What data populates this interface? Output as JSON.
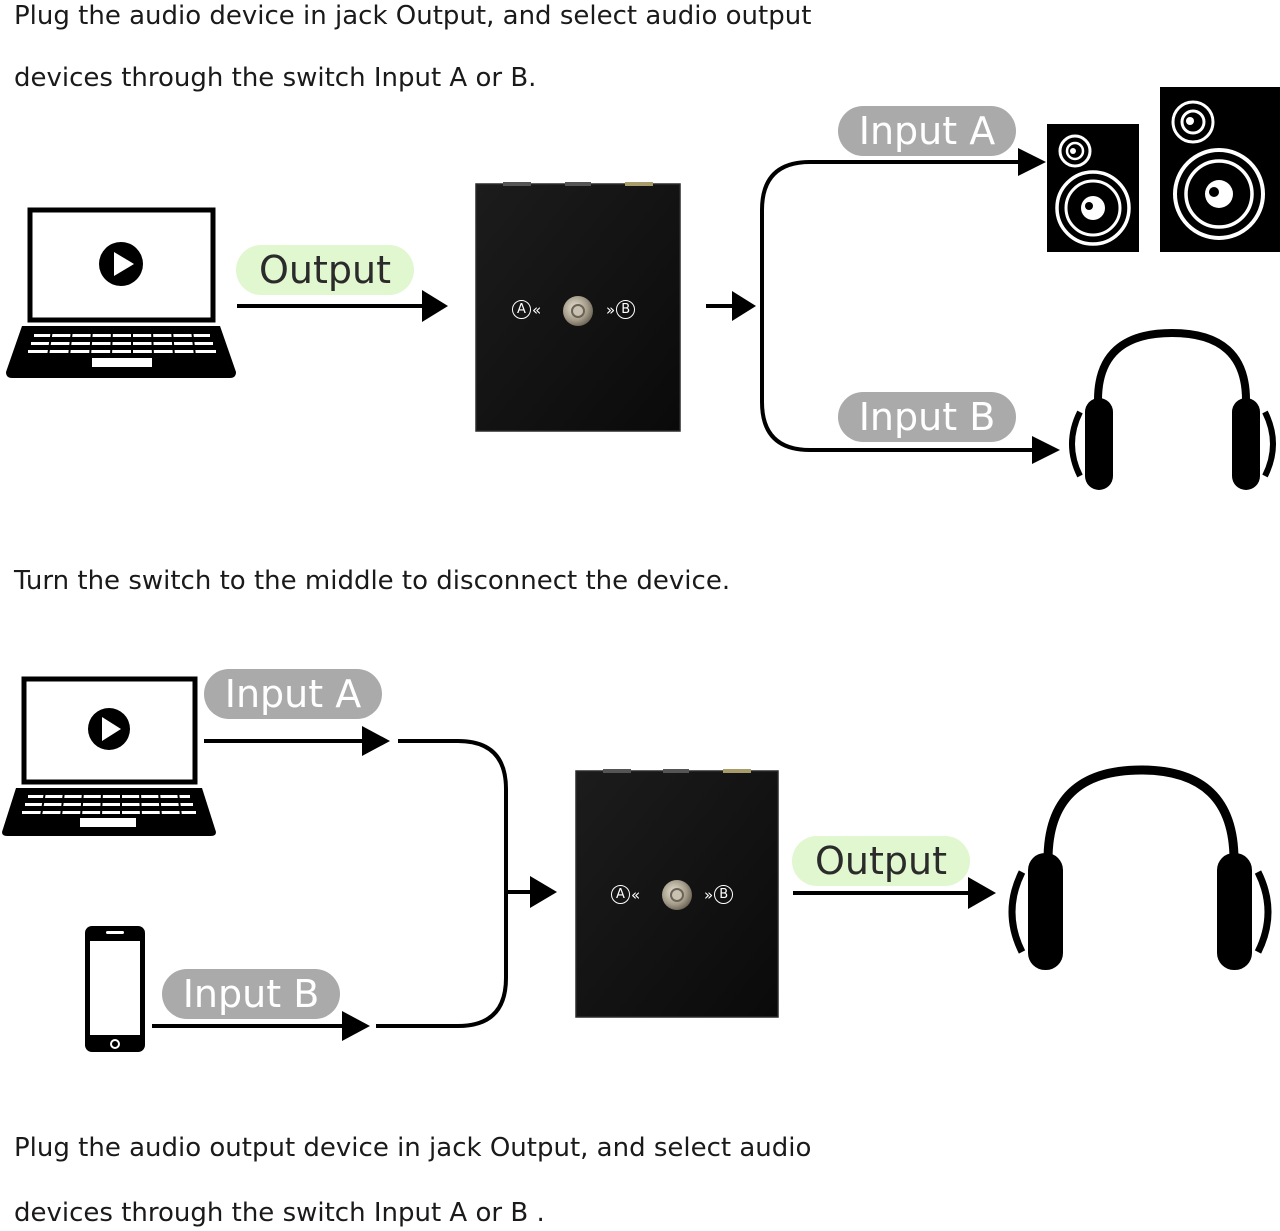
{
  "captions": {
    "top_line1": "Plug the audio device in jack Output, and select audio output",
    "top_line2": "devices through the switch Input A or B.",
    "middle": "Turn the switch to the middle to disconnect the device.",
    "bottom_line1": "Plug the audio output device in jack Output, and select audio",
    "bottom_line2": "devices through the switch Input A or B ."
  },
  "diagram1": {
    "output_label": "Output",
    "input_a_label": "Input A",
    "input_b_label": "Input B",
    "switch_a": "A",
    "switch_b": "B",
    "switch_left_marks": "«",
    "switch_right_marks": "»",
    "source_icon": "laptop-icon",
    "device_a_icon": "speakers-icon",
    "device_b_icon": "headphones-icon"
  },
  "diagram2": {
    "input_a_label": "Input A",
    "input_b_label": "Input B",
    "output_label": "Output",
    "switch_a": "A",
    "switch_b": "B",
    "switch_left_marks": "«",
    "switch_right_marks": "»",
    "source_a_icon": "laptop-icon",
    "source_b_icon": "smartphone-icon",
    "device_icon": "headphones-icon"
  },
  "colors": {
    "output_pill": "#e1f7cf",
    "input_pill": "#aaaaaa",
    "switch_box": "#121212"
  }
}
